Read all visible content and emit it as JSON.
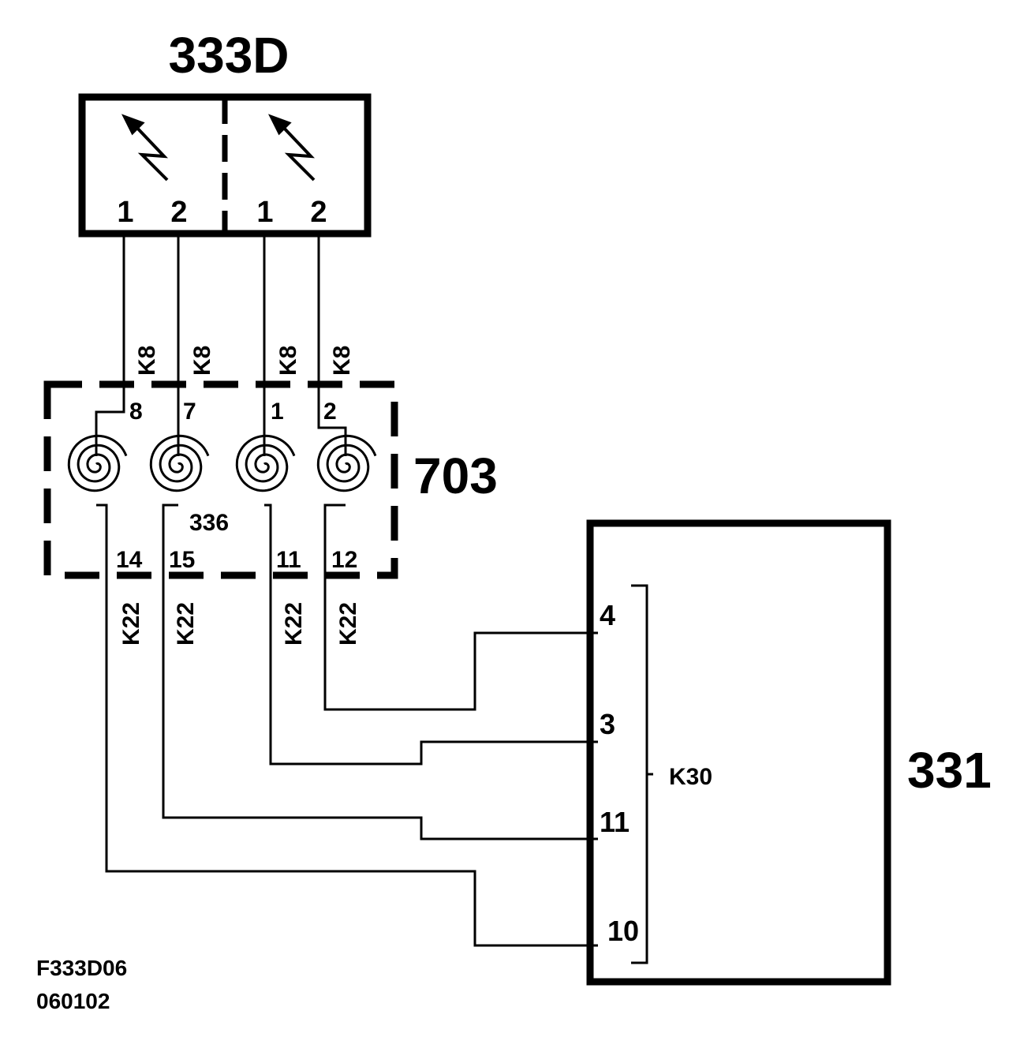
{
  "components": {
    "unit_333d": {
      "label": "333D",
      "pins": [
        "1",
        "2",
        "1",
        "2"
      ]
    },
    "harness_703": {
      "label": "703",
      "sub_label": "336",
      "top_pins": [
        "8",
        "7",
        "1",
        "2"
      ],
      "bottom_pins": [
        "14",
        "15",
        "11",
        "12"
      ]
    },
    "unit_331": {
      "label": "331",
      "connector": "K30",
      "pins": [
        "4",
        "3",
        "11",
        "10"
      ]
    }
  },
  "wire_codes": {
    "upper": [
      "K8",
      "K8",
      "K8",
      "K8"
    ],
    "lower": [
      "K22",
      "K22",
      "K22",
      "K22"
    ]
  },
  "footer": {
    "figure_id": "F333D06",
    "date": "060102"
  }
}
